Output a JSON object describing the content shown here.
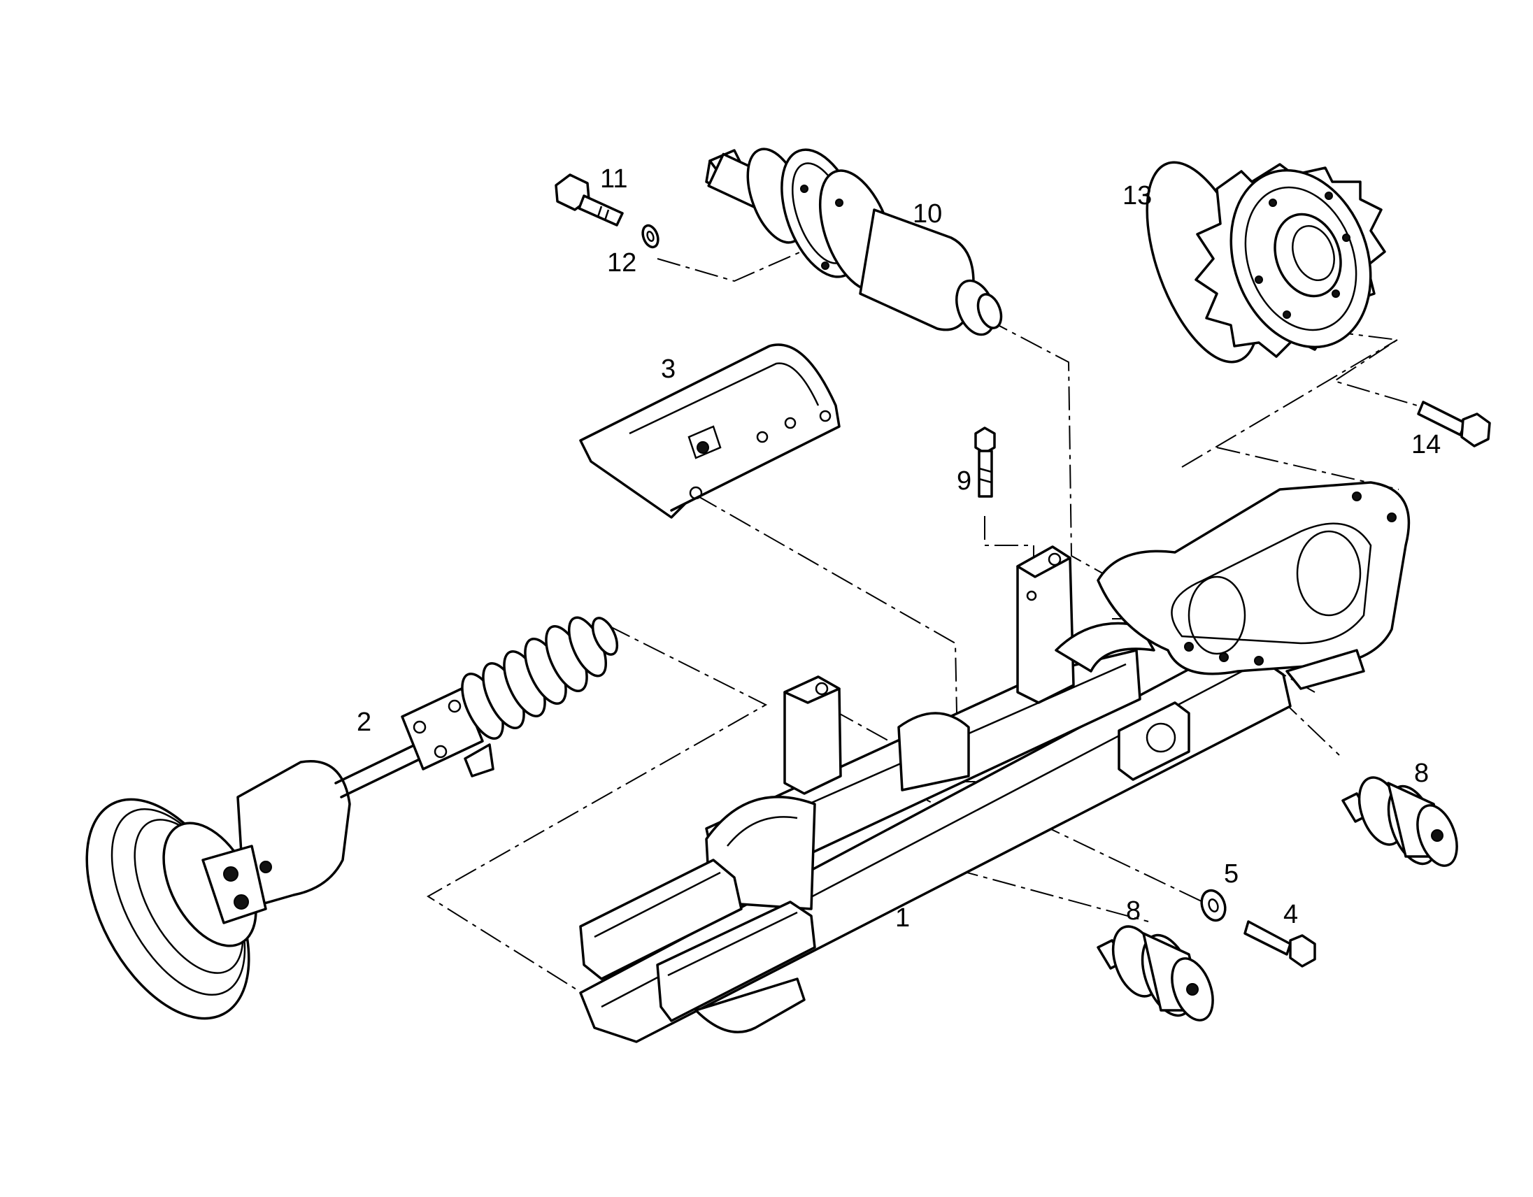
{
  "callouts": {
    "c1": "1",
    "c2": "2",
    "c3": "3",
    "c4": "4",
    "c5": "5",
    "c8a": "8",
    "c8b": "8",
    "c9": "9",
    "c10": "10",
    "c11": "11",
    "c12": "12",
    "c13": "13",
    "c14": "14"
  }
}
